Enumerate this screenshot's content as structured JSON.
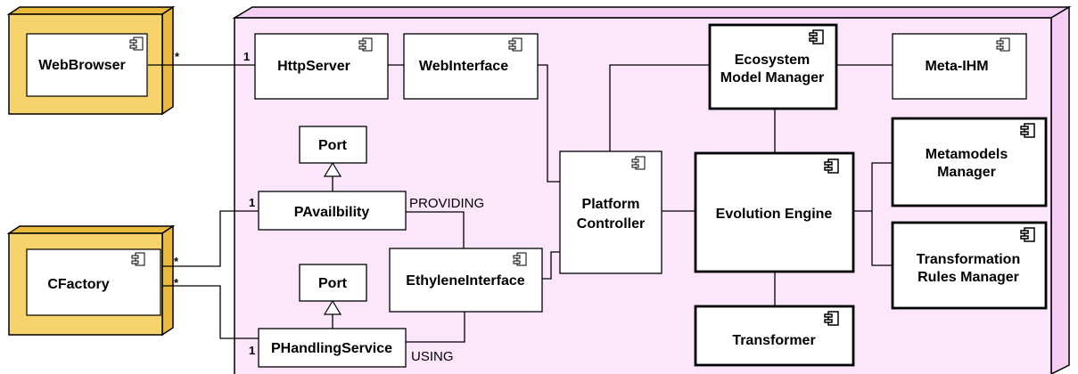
{
  "nodes": {
    "web_browser": "WebBrowser",
    "cfactory": "CFactory"
  },
  "components": {
    "http_server": "HttpServer",
    "web_interface": "WebInterface",
    "ecosystem_model_manager": [
      "Ecosystem",
      "Model Manager"
    ],
    "meta_ihm": "Meta-IHM",
    "port_top": "Port",
    "port_bottom": "Port",
    "pavailbility": "PAvailbility",
    "phandling_service": "PHandlingService",
    "ethylene_interface": "EthyleneInterface",
    "platform_controller": [
      "Platform",
      "Controller"
    ],
    "evolution_engine": "Evolution Engine",
    "metamodels_manager": [
      "Metamodels",
      "Manager"
    ],
    "transformation_rules_manager": [
      "Transformation",
      "Rules Manager"
    ],
    "transformer": "Transformer"
  },
  "labels": {
    "providing": "PROVIDING",
    "using": "USING"
  },
  "multiplicities": {
    "web_browser_end": "*",
    "http_server_end": "1",
    "cfactory_top": "*",
    "cfactory_bottom": "*",
    "pavailbility_end": "1",
    "phandling_end": "1"
  },
  "colors": {
    "node_fill": "#f7d46b",
    "node_side": "#e9b93c",
    "container_fill": "#fce6fc",
    "component_fill": "#ffffff",
    "stroke": "#000000"
  },
  "icons": {
    "component": "uml-component-icon",
    "realization": "hollow-triangle-arrow-icon"
  }
}
